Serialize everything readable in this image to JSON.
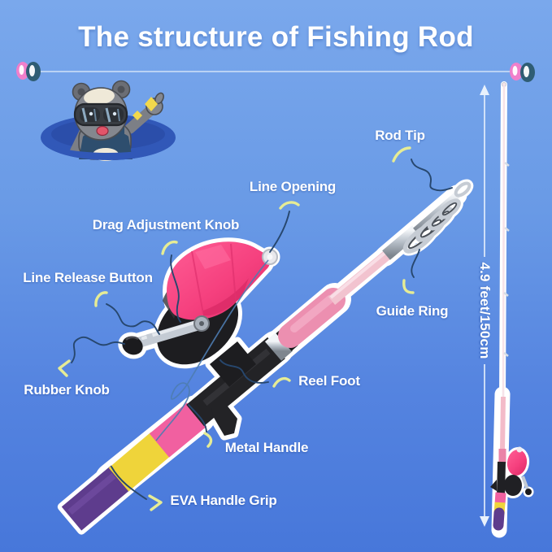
{
  "title": "The structure of Fishing Rod",
  "parts": {
    "rod_tip": "Rod Tip",
    "line_opening": "Line Opening",
    "drag_adjustment_knob": "Drag Adjustment Knob",
    "line_release_button": "Line Release Button",
    "guide_ring": "Guide Ring",
    "rubber_knob": "Rubber Knob",
    "reel_foot": "Reel Foot",
    "metal_handle": "Metal Handle",
    "eva_handle_grip": "EVA Handle Grip"
  },
  "measurement": {
    "rod_length": "4.9 feet/150cm"
  },
  "mascot": {
    "name": "raccoon-with-goggles-waving"
  },
  "colors": {
    "background_top": "#7AA8EC",
    "background_bottom": "#4777DA",
    "reel_dome_pink": "#F5407E",
    "rod_blank_pink": "#F2C3CF",
    "foregrip_pink": "#EC8FB0",
    "grip_pink": "#F160A0",
    "grip_yellow": "#EFD43A",
    "grip_purple": "#5E3C8D",
    "black_parts": "#222225",
    "metal_silver": "#C6CCD4",
    "label_text": "#FFFFFF",
    "pointer_line": "#27476E",
    "pointer_swoosh": "#E6EC95",
    "bead_pink": "#F07FCB",
    "bead_teal": "#2F5D74",
    "hole_blue": "#3158B8"
  }
}
